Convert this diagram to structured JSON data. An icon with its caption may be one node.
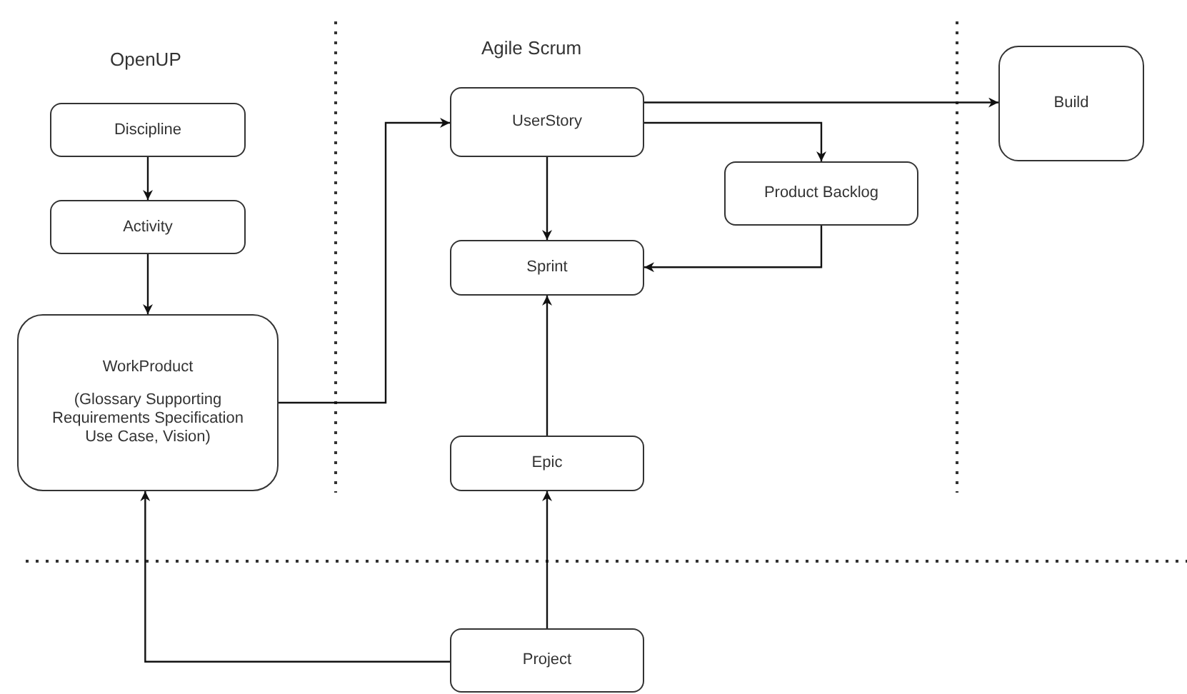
{
  "diagram": {
    "nodes": [
      {
        "text": [
          "Discipline"
        ]
      },
      {
        "text": [
          "Activity"
        ]
      },
      {
        "text": [
          "WorkProduct",
          "(Glossary Supporting Requirements Specification Use Case, Vision)"
        ]
      },
      {
        "text": [
          "UserStory"
        ]
      },
      {
        "text": [
          "Sprint"
        ]
      },
      {
        "text": [
          "Product Backlog"
        ]
      },
      {
        "text": [
          "Build"
        ]
      },
      {
        "text": [
          "Epic"
        ]
      },
      {
        "text": [
          "Project"
        ]
      }
    ],
    "edges": [
      {
        "from": 0,
        "to": 1,
        "arrow": "to"
      },
      {
        "from": 1,
        "to": 2,
        "arrow": "to"
      },
      {
        "from": 2,
        "to": 3,
        "arrow": "to"
      },
      {
        "from": 3,
        "to": 6,
        "arrow": "to"
      },
      {
        "from": 3,
        "to": 5,
        "arrow": "to"
      },
      {
        "from": 3,
        "to": 4,
        "arrow": "to"
      },
      {
        "from": 5,
        "to": 4,
        "arrow": "to"
      },
      {
        "from": 7,
        "to": 4,
        "arrow": "to"
      },
      {
        "from": 8,
        "to": 7,
        "arrow": "to"
      },
      {
        "from": 8,
        "to": 2,
        "arrow": "to"
      }
    ],
    "labels": [
      "OpenUP",
      "Agile Scrum"
    ]
  }
}
